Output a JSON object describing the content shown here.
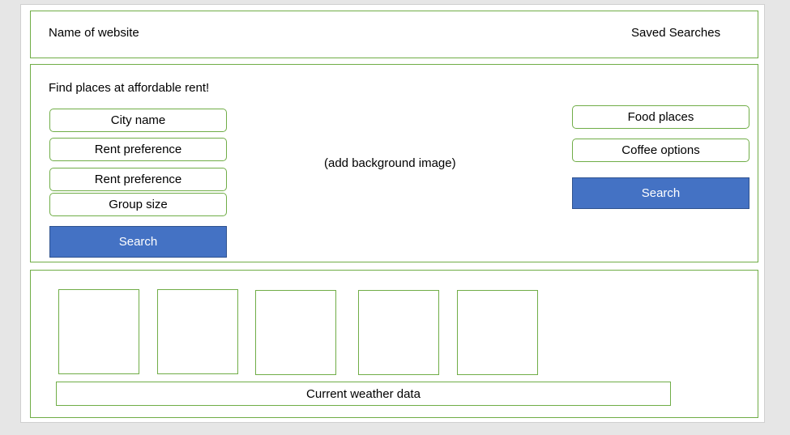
{
  "header": {
    "site_name": "Name of website",
    "saved_searches": "Saved Searches"
  },
  "hero": {
    "tagline": "Find places at affordable rent!",
    "background_note": "(add background image)",
    "left_form": {
      "fields": [
        "City name",
        "Rent preference",
        "Rent preference",
        "Group size"
      ],
      "search_label": "Search"
    },
    "right_form": {
      "fields": [
        "Food places",
        "Coffee options"
      ],
      "search_label": "Search"
    }
  },
  "results": {
    "weather_label": "Current weather data"
  },
  "colors": {
    "outline": "#70ad47",
    "button": "#4472c4",
    "button_border": "#2f528f",
    "background": "#e6e6e6"
  }
}
